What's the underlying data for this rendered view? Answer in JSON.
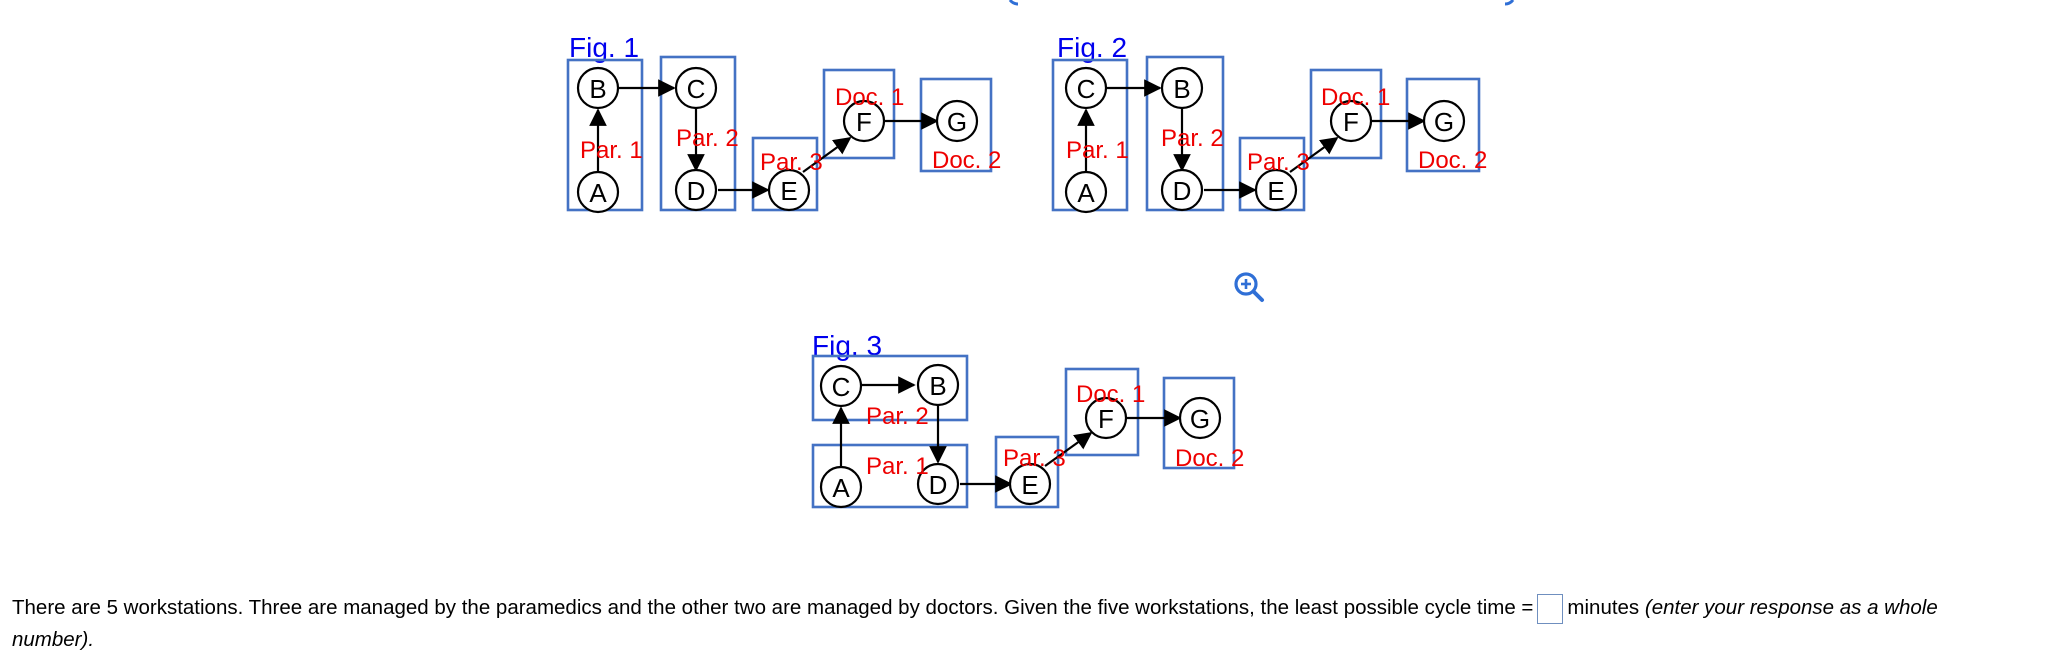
{
  "figures": [
    {
      "label": "Fig. 1",
      "nodes": [
        "A",
        "B",
        "C",
        "D",
        "E",
        "F",
        "G"
      ],
      "workstations": [
        "Par. 1",
        "Par. 2",
        "Par. 3",
        "Doc. 1",
        "Doc. 2"
      ]
    },
    {
      "label": "Fig. 2",
      "nodes": [
        "A",
        "C",
        "B",
        "D",
        "E",
        "F",
        "G"
      ],
      "workstations": [
        "Par. 1",
        "Par. 2",
        "Par. 3",
        "Doc. 1",
        "Doc. 2"
      ]
    },
    {
      "label": "Fig. 3",
      "nodes": [
        "C",
        "B",
        "A",
        "D",
        "E",
        "F",
        "G"
      ],
      "workstations": [
        "Par. 2",
        "Par. 1",
        "Par. 3",
        "Doc. 1",
        "Doc. 2"
      ]
    }
  ],
  "icons": {
    "zoom": "zoom-in-icon"
  },
  "colors": {
    "figure_label": "#0000ee",
    "workstation_label": "#ee0000",
    "workstation_box": "#4472c4"
  },
  "question": {
    "text": "There are 5 workstations. Three are managed by the paramedics and the other two are managed by doctors. Given the five workstations, the least possible cycle time =",
    "unit": "minutes",
    "hint": "(enter your response as a whole number).",
    "answer_value": ""
  }
}
